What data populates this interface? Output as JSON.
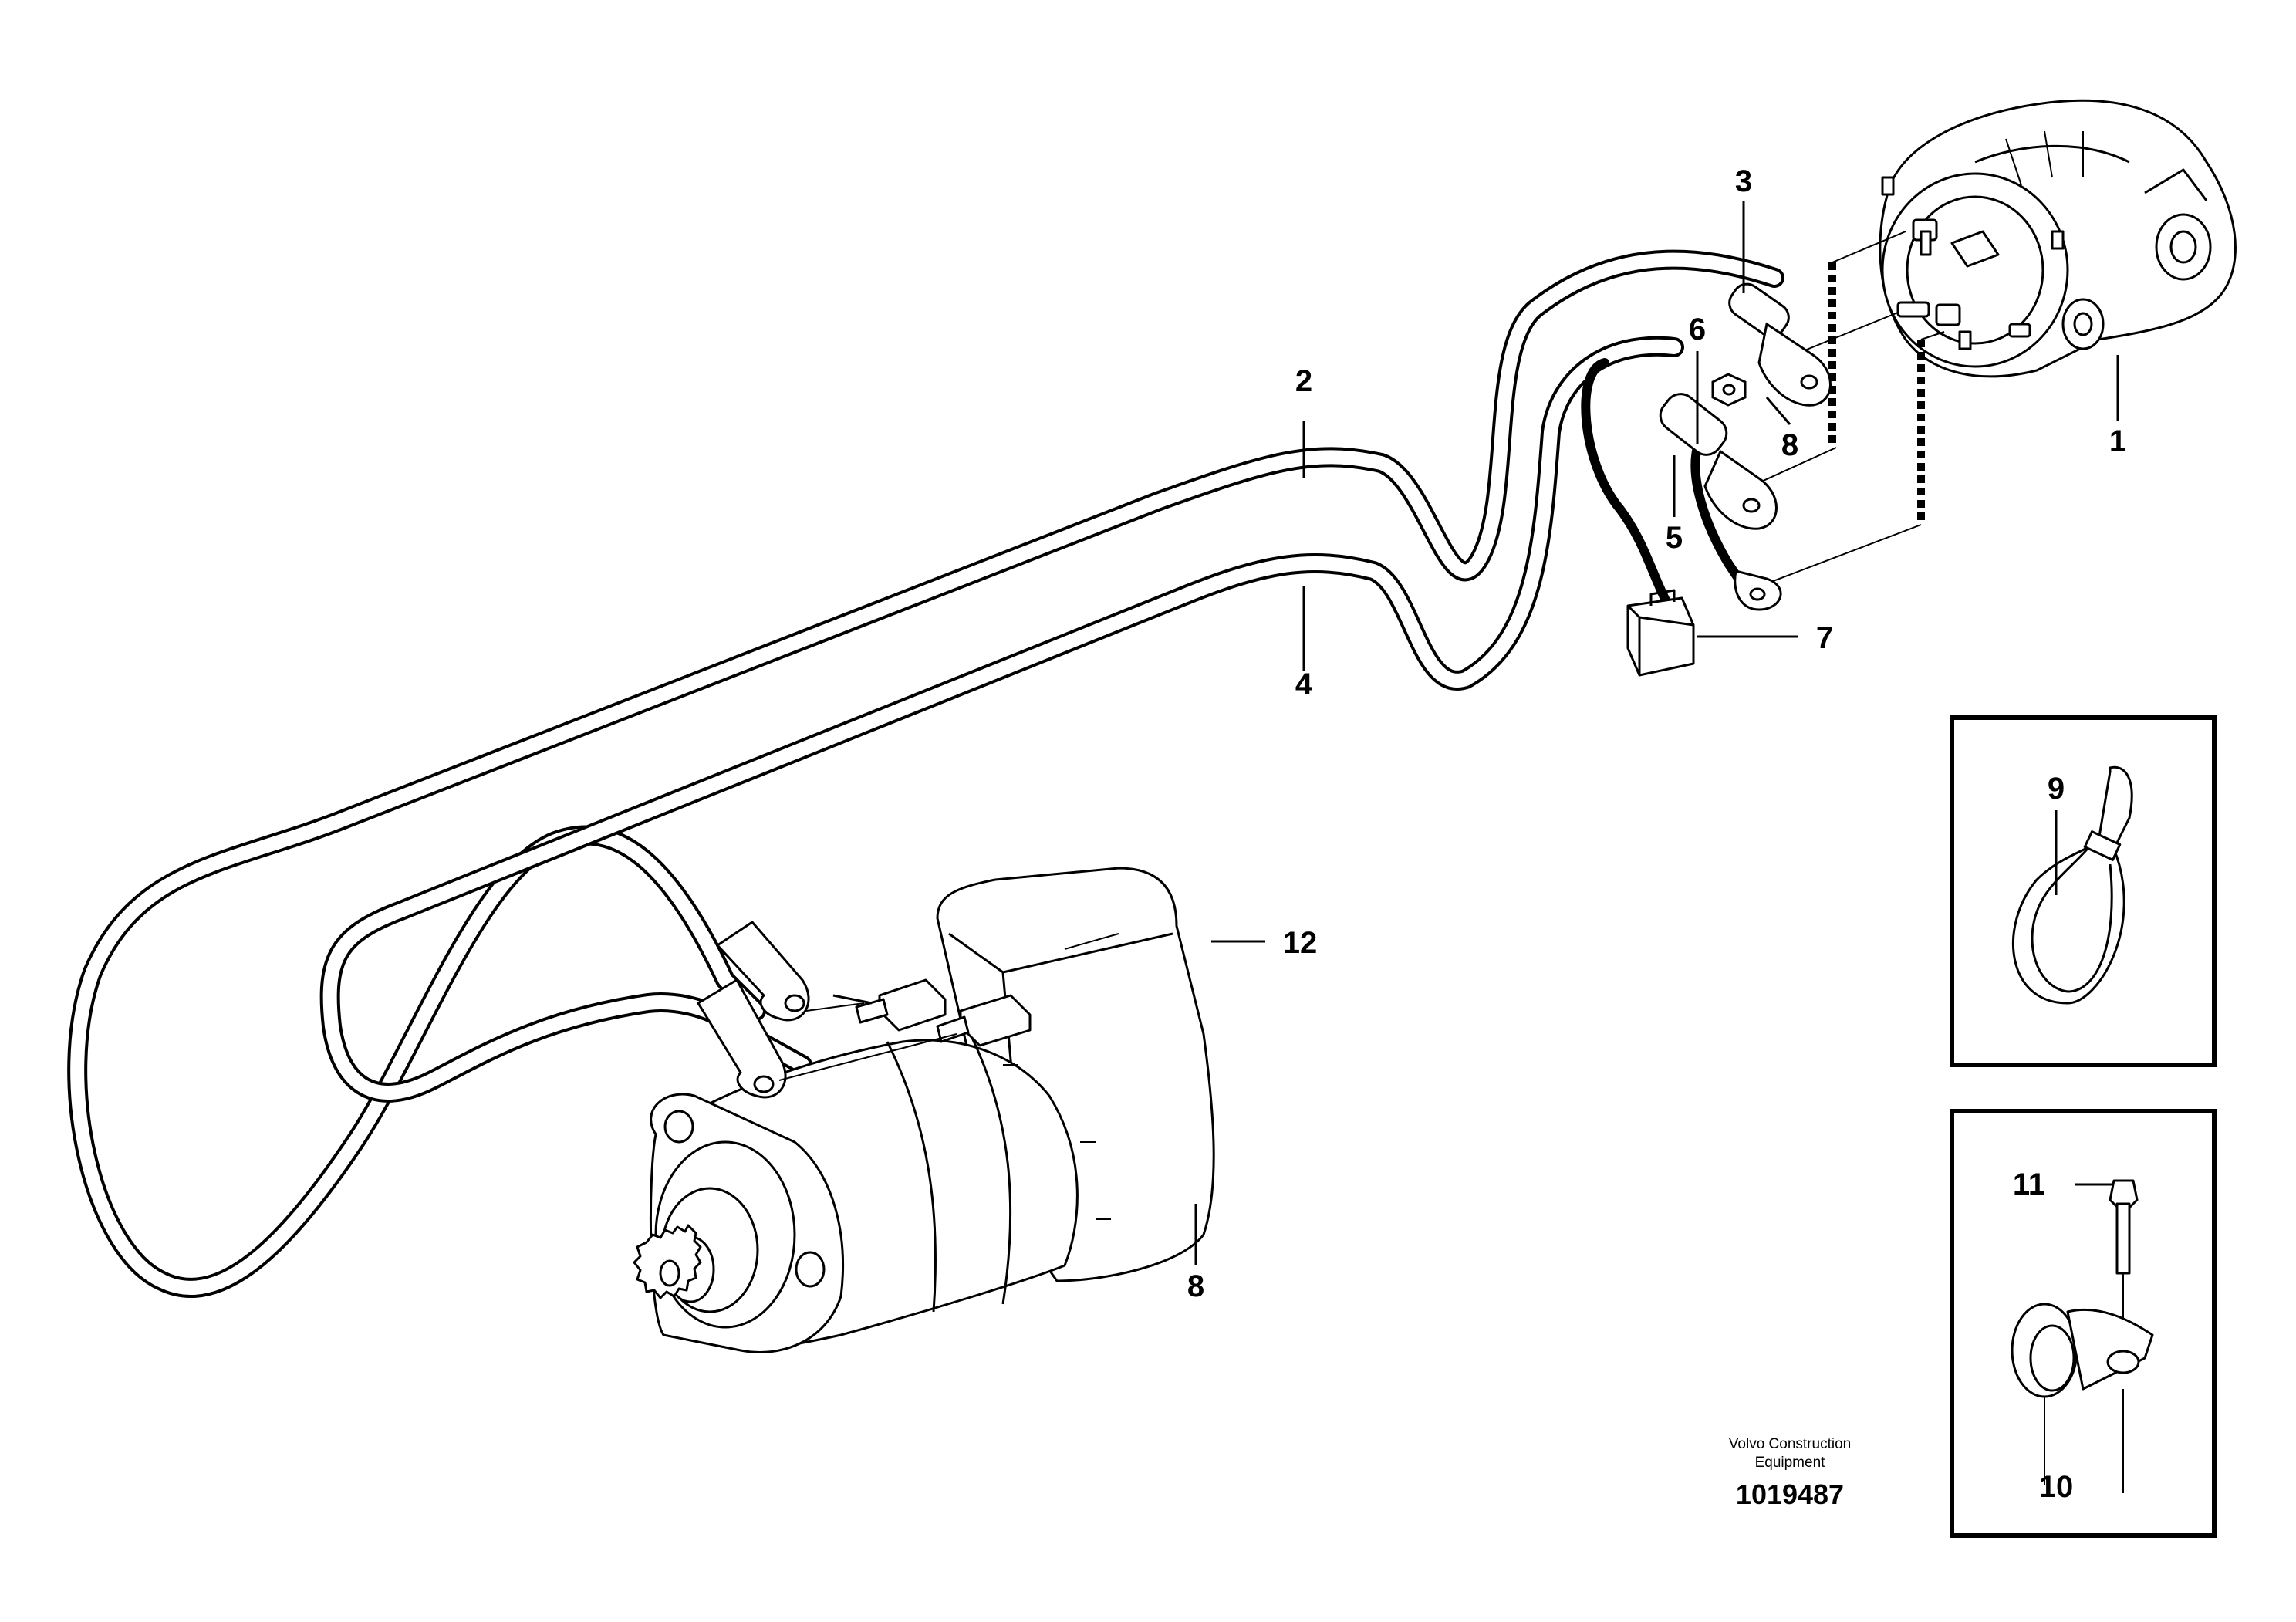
{
  "diagram": {
    "callouts": {
      "c1": "1",
      "c2": "2",
      "c3": "3",
      "c4": "4",
      "c5": "5",
      "c6": "6",
      "c7": "7",
      "c8a": "8",
      "c8b": "8",
      "c9": "9",
      "c10": "10",
      "c11": "11",
      "c12": "12"
    },
    "components": {
      "alternator": "alternator",
      "starter_motor": "starter motor",
      "cable_tie": "cable tie",
      "cable_clamp": "cable clamp",
      "connector": "connector"
    }
  },
  "footer": {
    "company_line1": "Volvo Construction",
    "company_line2": "Equipment",
    "drawing_number": "1019487"
  },
  "colors": {
    "ink": "#000000",
    "paper": "#ffffff"
  }
}
